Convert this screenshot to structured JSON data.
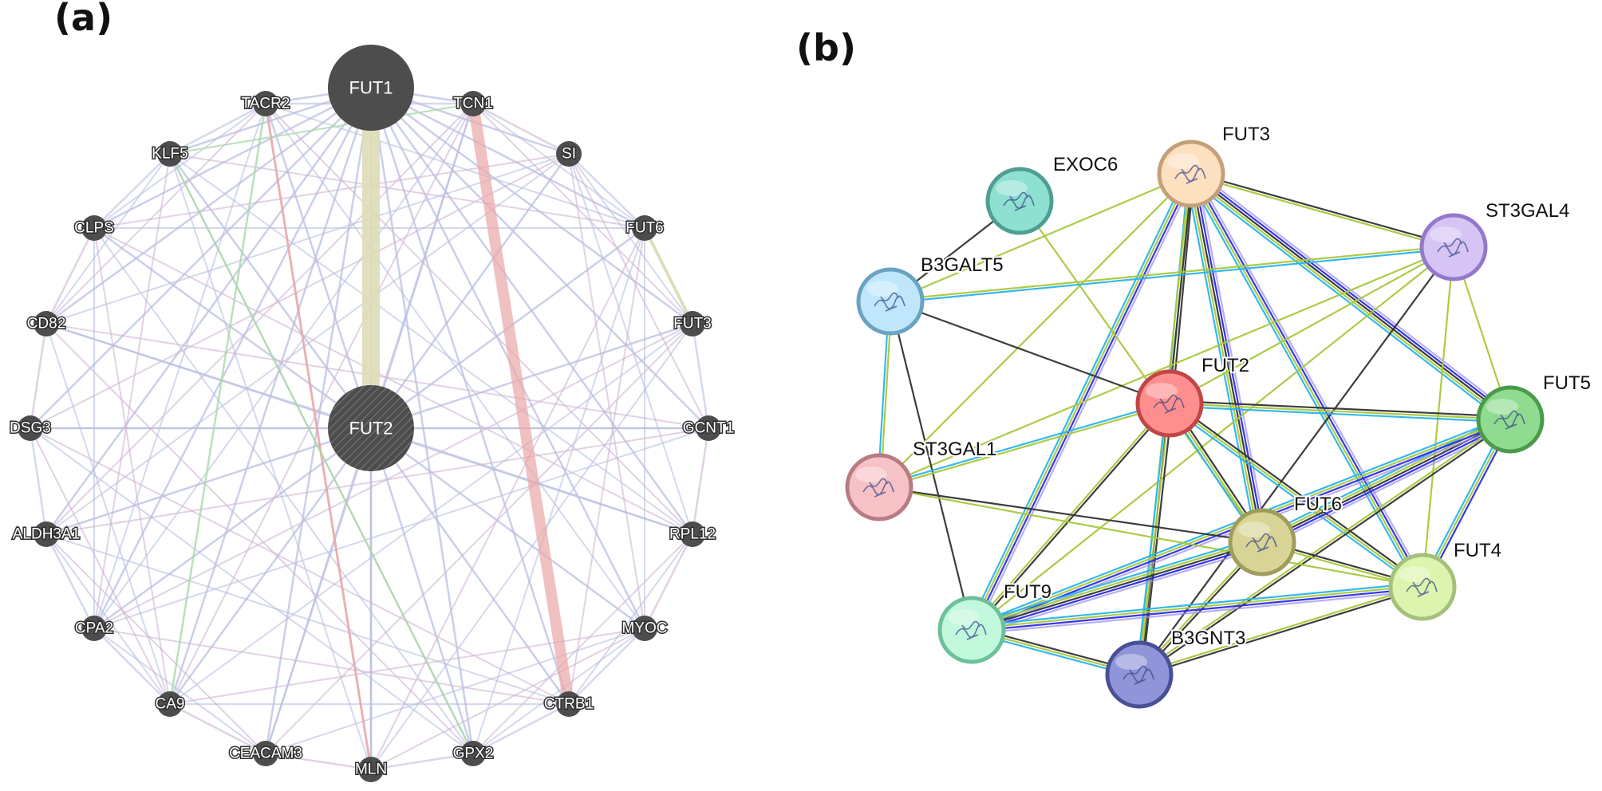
{
  "panel_a": {
    "label": "(a)",
    "nodes": [
      {
        "id": "FUT1",
        "hub": true
      },
      {
        "id": "FUT2",
        "hub": true,
        "hatched": true
      },
      {
        "id": "TCN1"
      },
      {
        "id": "SI"
      },
      {
        "id": "FUT6"
      },
      {
        "id": "FUT3"
      },
      {
        "id": "GCNT1"
      },
      {
        "id": "RPL12"
      },
      {
        "id": "MYOC"
      },
      {
        "id": "CTRB1"
      },
      {
        "id": "GPX2"
      },
      {
        "id": "MLN"
      },
      {
        "id": "CEACAM3"
      },
      {
        "id": "CA9"
      },
      {
        "id": "CPA2"
      },
      {
        "id": "ALDH3A1"
      },
      {
        "id": "DSG3"
      },
      {
        "id": "CD82"
      },
      {
        "id": "CLPS"
      },
      {
        "id": "KLF5"
      },
      {
        "id": "TACR2"
      }
    ],
    "colors": {
      "node": "#4d4d4d",
      "coexpression": "#b9bfe0",
      "colocalization": "#cfb4d2",
      "physical": "#e9a6a6",
      "genetic": "#a9d8a9",
      "shared_domains": "#dedcb6"
    }
  },
  "panel_b": {
    "label": "(b)",
    "nodes": [
      {
        "id": "FUT3",
        "color": "#fde0bf",
        "ring": "#c4a07a"
      },
      {
        "id": "EXOC6",
        "color": "#8ee0d0",
        "ring": "#4e9e94"
      },
      {
        "id": "ST3GAL4",
        "color": "#d6c4f4",
        "ring": "#9478cc"
      },
      {
        "id": "B3GALT5",
        "color": "#bfe6fa",
        "ring": "#6aa3c2"
      },
      {
        "id": "FUT2",
        "color": "#ff8f8f",
        "ring": "#c24646"
      },
      {
        "id": "FUT5",
        "color": "#8fdb8f",
        "ring": "#4a9a4a"
      },
      {
        "id": "ST3GAL1",
        "color": "#f6c2c6",
        "ring": "#b87b82"
      },
      {
        "id": "FUT6",
        "color": "#d8d495",
        "ring": "#a09c5c"
      },
      {
        "id": "FUT4",
        "color": "#dcf4ad",
        "ring": "#a4c07a"
      },
      {
        "id": "FUT9",
        "color": "#c2f8dc",
        "ring": "#6cc09a"
      },
      {
        "id": "B3GNT3",
        "color": "#8f95d8",
        "ring": "#4a5096"
      }
    ],
    "colors": {
      "black": "#333333",
      "lime": "#a8c83c",
      "cyan": "#29b5e8",
      "blue": "#2a2aee",
      "violet": "#9a8cf2"
    }
  }
}
